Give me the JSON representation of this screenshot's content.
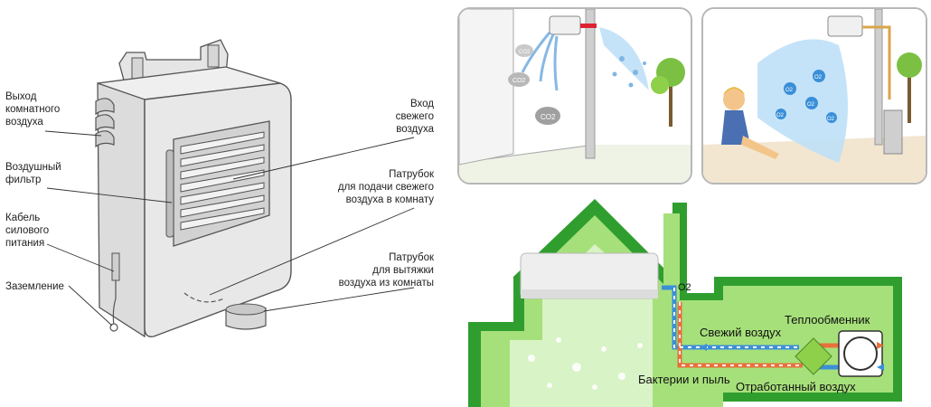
{
  "unit_labels": {
    "outlet": "Выход\nкомнатного\nвоздуха",
    "filter": "Воздушный\nфильтр",
    "cable": "Кабель\nсилового\nпитания",
    "ground": "Заземление",
    "fresh_inlet": "Вход\nсвежего\nвоздуха",
    "supply_pipe": "Патрубок\nдля подачи свежего\nвоздуха в комнату",
    "exhaust_pipe": "Патрубок\nдля вытяжки\nвоздуха из комнаты"
  },
  "co2_label": "CO2",
  "o2_label": "O2",
  "house_labels": {
    "o2": "O2",
    "heat_exchanger": "Теплообменник",
    "fresh_air": "Свежий воздух",
    "bacteria": "Бактерии и пыль",
    "exhaust_air": "Отработанный воздух"
  },
  "colors": {
    "green_dark": "#2f9e2f",
    "green_light": "#a6e07a",
    "blue_flow": "#3a8fd8",
    "orange_flow": "#e8703a",
    "heat_exchanger": "#8fd04a"
  }
}
